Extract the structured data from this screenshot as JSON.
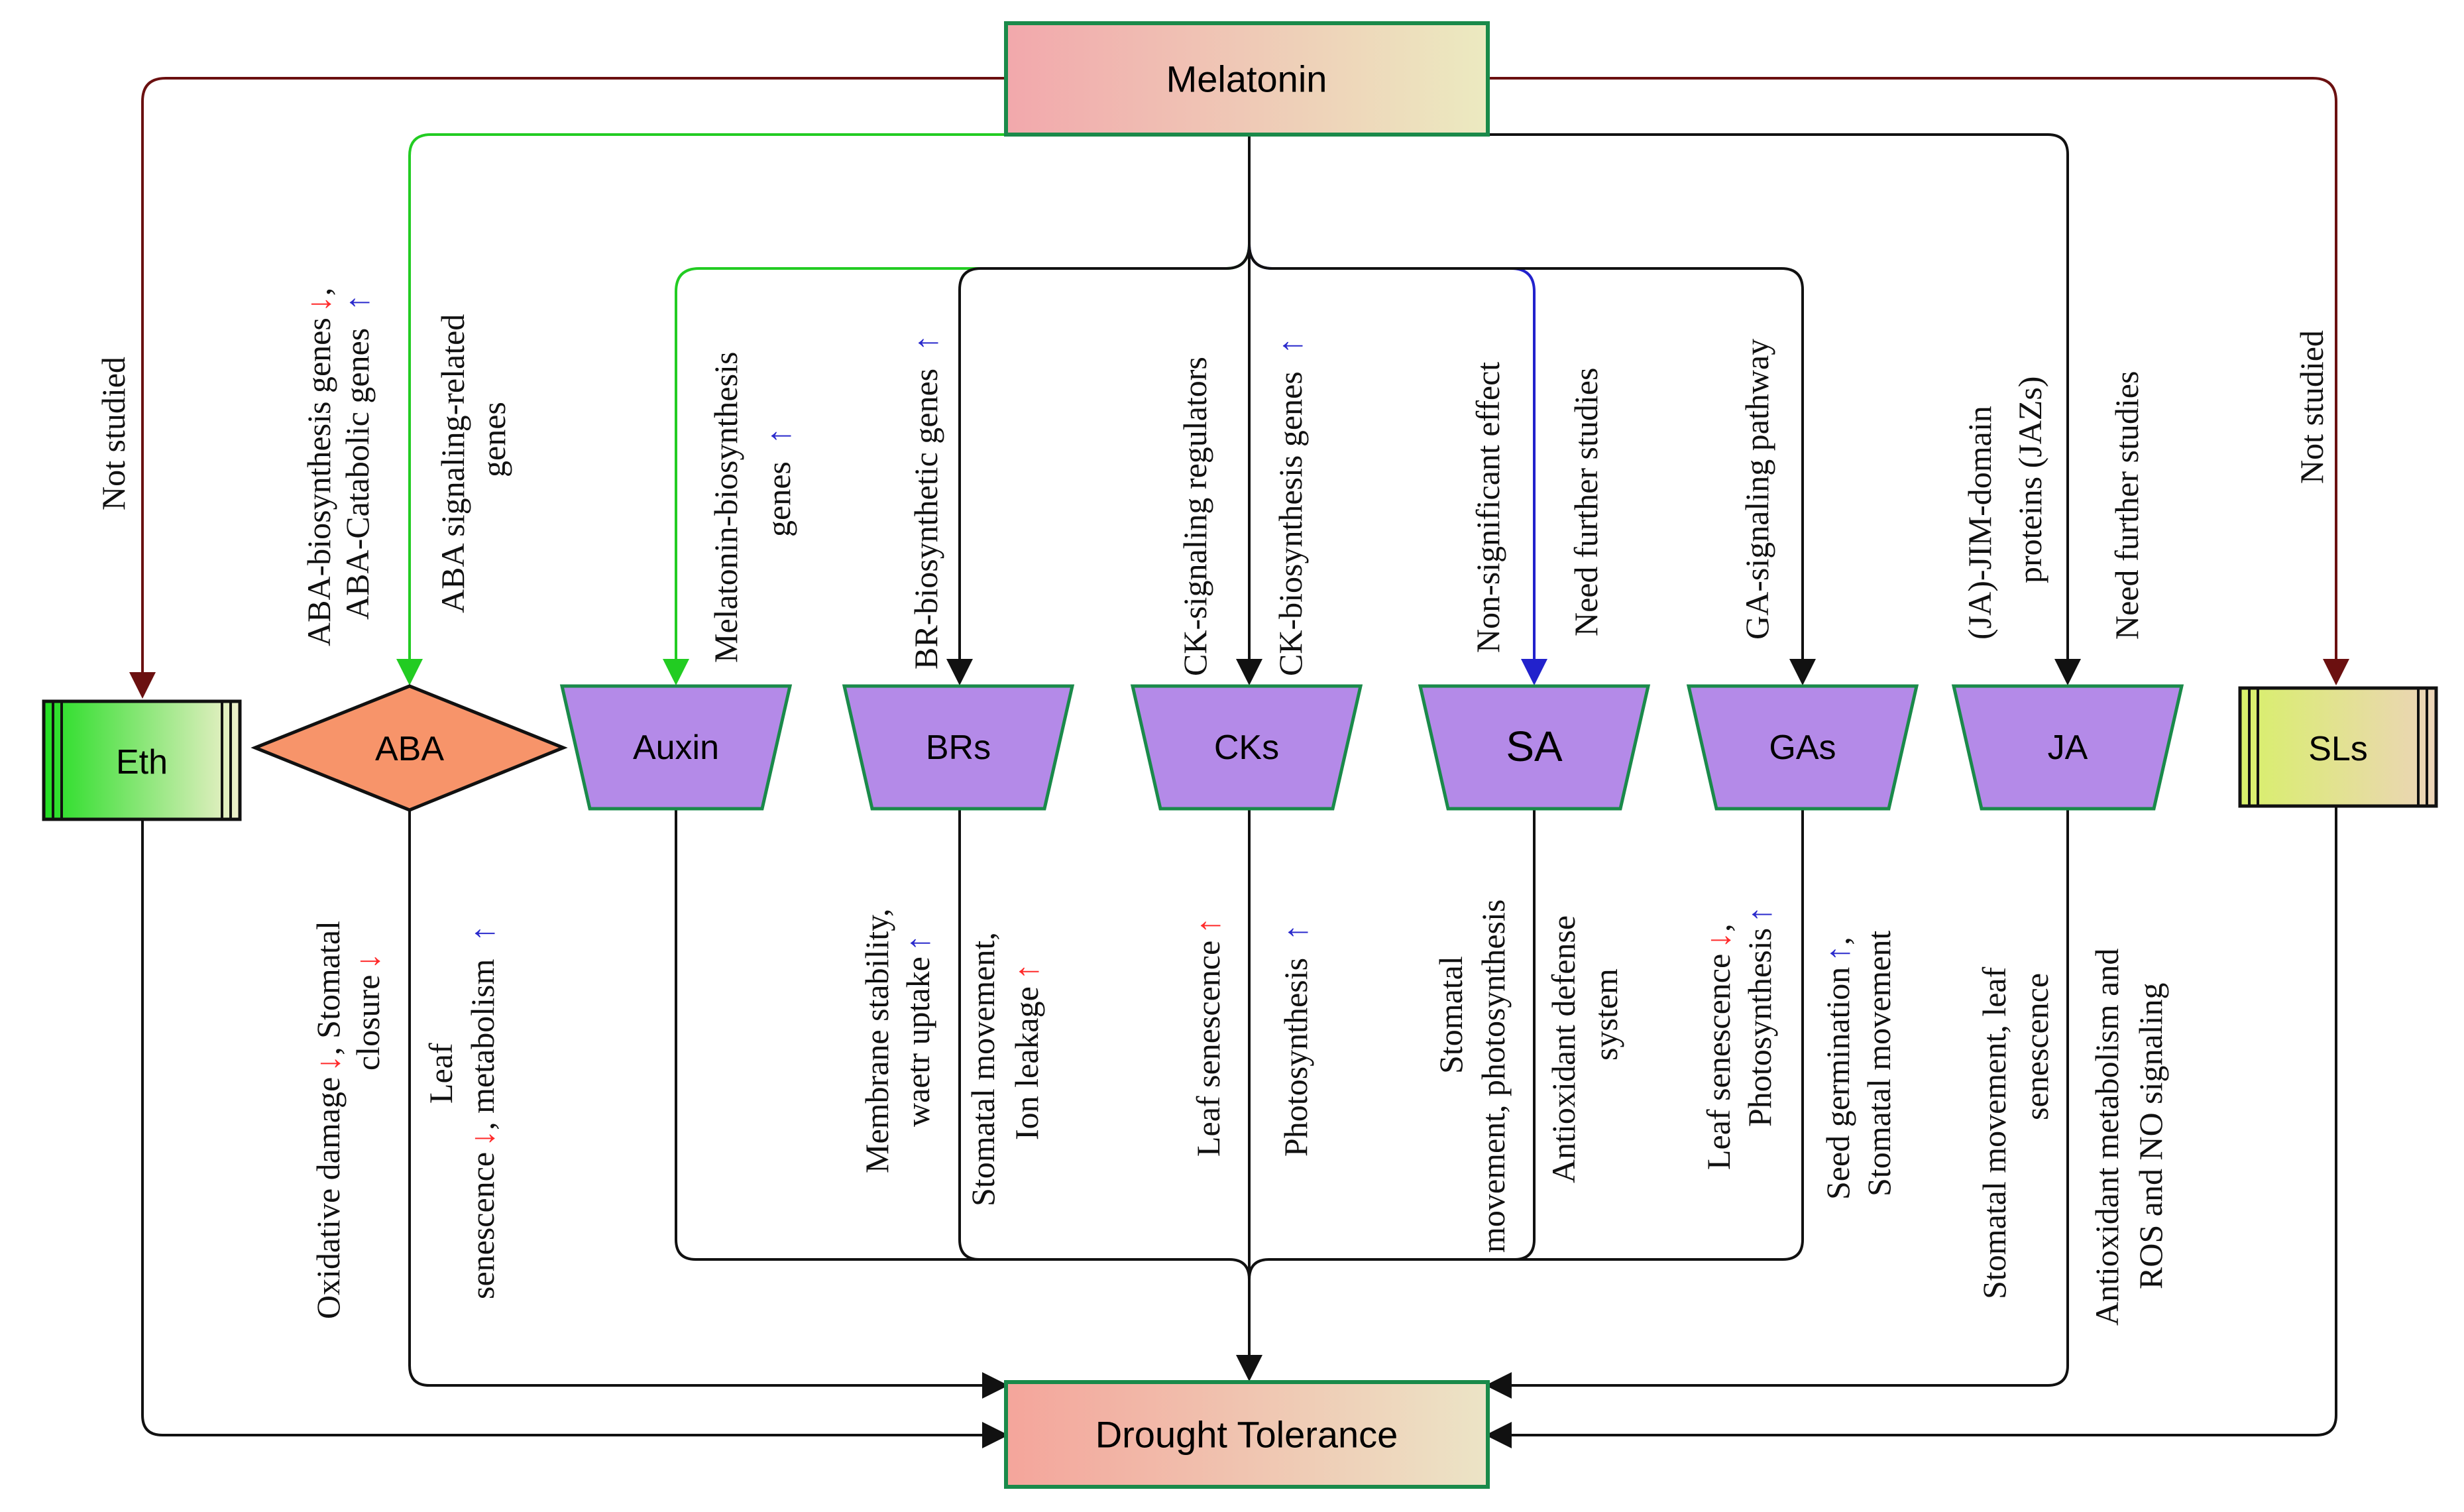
{
  "top": {
    "label": "Melatonin"
  },
  "bottom": {
    "label": "Drought Tolerance"
  },
  "nodes": {
    "eth": "Eth",
    "aba": "ABA",
    "auxin": "Auxin",
    "brs": "BRs",
    "cks": "CKs",
    "sa": "SA",
    "gas": "GAs",
    "ja": "JA",
    "sls": "SLs"
  },
  "notes": {
    "eth_top": "Not studied",
    "sls_top": "Not studied",
    "aba_top_1a": "ABA-biosynthesis genes",
    "aba_top_1b": ",",
    "aba_top_2": "ABA-Catabolic genes",
    "aba_top_3a": "ABA signaling-related",
    "aba_top_3b": "genes",
    "auxin_top_1": "Melatonin-biosynthesis",
    "auxin_top_2": "genes",
    "brs_top": "BR-biosynthetic genes",
    "cks_top_1": "CK-signaling regulators",
    "cks_top_2": "CK-biosynthesis genes",
    "sa_top_1": "Non-significant effect",
    "sa_top_2": "Need further studies",
    "gas_top": "GA-signaling pathway",
    "ja_top_1a": "(JA)-JIM-domain",
    "ja_top_1b": "proteins (JAZs)",
    "ja_top_2": "Need further studies",
    "aba_bot_1a": "Oxidative damage",
    "aba_bot_1b": ", Stomatal",
    "aba_bot_1c": "closure",
    "aba_bot_2a": "Leaf",
    "aba_bot_2b": "senescence",
    "aba_bot_2c": ", metabolism",
    "brs_bot_1a": "Membrane stability,",
    "brs_bot_1b": "waetr uptake",
    "brs_bot_2a": "Stomatal movement,",
    "brs_bot_2b": "Ion leakage",
    "cks_bot_1": "Leaf senescence",
    "cks_bot_2": "Photosynthesis",
    "sa_bot_1a": "Stomatal",
    "sa_bot_1b": "movement, photosynthesis",
    "sa_bot_2a": "Antioxidant defense",
    "sa_bot_2b": "system",
    "gas_bot_1a": "Leaf senescence",
    "gas_bot_1b": "Photosynthesis",
    "gas_bot_2a": "Seed germination",
    "gas_bot_2b": "Stomatal movement",
    "ja_bot_1a": "Stomatal movement, leaf",
    "ja_bot_1b": "senescence",
    "ja_bot_2a": "Antioxidant metabolism and",
    "ja_bot_2b": "ROS and NO signaling"
  },
  "arrows": {
    "up": "↑",
    "down": "↓"
  },
  "colors": {
    "dark_red_line": "#6b1010",
    "green_line": "#22cc22",
    "blue_line": "#2222cc",
    "black_line": "#111111",
    "purple_fill": "#b48ae8",
    "aba_fill": "#f7946a",
    "box_border": "#1a8a4a",
    "red_arrow": "#ff2a2a",
    "blue_arrow": "#2a2acc"
  }
}
